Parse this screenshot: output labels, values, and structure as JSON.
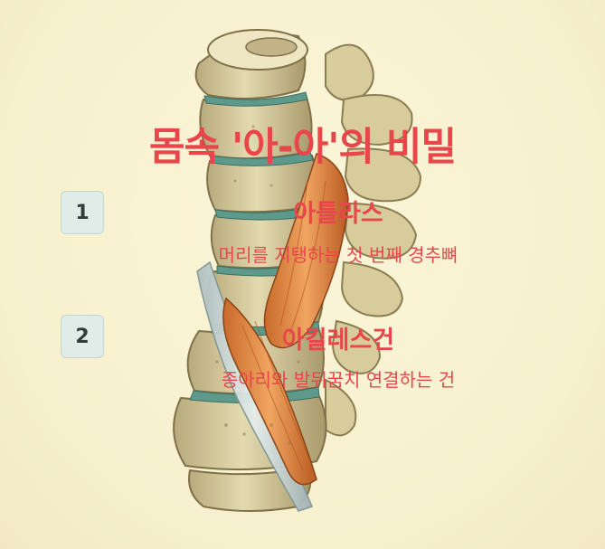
{
  "title": "몸속 '아-아'의 비밀",
  "items": [
    {
      "number": "1",
      "name": "아틀라스",
      "description": "머리를 지탱하는 첫 번째 경추뼈"
    },
    {
      "number": "2",
      "name": "아킬레스건",
      "description": "종아리와 발뒤꿈치 연결하는 건"
    }
  ],
  "colors": {
    "accent": "#e8464b",
    "background": "#f8f2cf",
    "badge_background": "#dfece7"
  }
}
